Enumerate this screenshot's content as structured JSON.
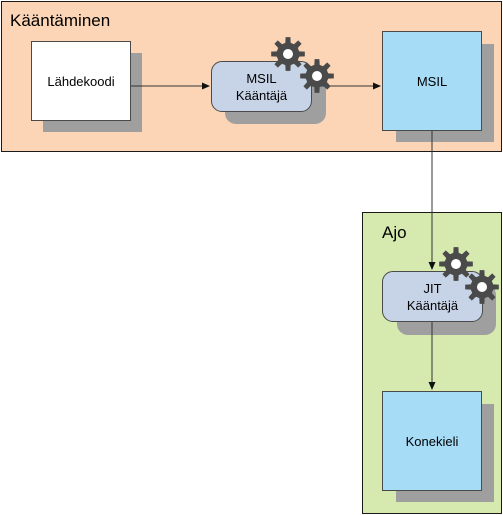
{
  "colors": {
    "compile_group_fill": "#fbd5b5",
    "run_group_fill": "#d6eaaf",
    "white_box": "#ffffff",
    "msil_box": "#a6dcf6",
    "compiler_box": "#c7d3e6",
    "gear": "#4a4a4a",
    "shadow": "#9f9f9f"
  },
  "groups": {
    "compile": {
      "label": "Kääntäminen"
    },
    "run": {
      "label": "Ajo"
    }
  },
  "nodes": {
    "source": {
      "label": "Lähdekoodi"
    },
    "msil_compiler": {
      "line1": "MSIL",
      "line2": "Kääntäjä",
      "icon": "gear-icon"
    },
    "msil": {
      "label": "MSIL"
    },
    "jit_compiler": {
      "line1": "JIT",
      "line2": "Kääntäjä",
      "icon": "gear-icon"
    },
    "machine_code": {
      "label": "Konekieli"
    }
  },
  "edges": [
    {
      "from": "Lähdekoodi",
      "to": "MSIL Kääntäjä"
    },
    {
      "from": "MSIL Kääntäjä",
      "to": "MSIL"
    },
    {
      "from": "MSIL",
      "to": "JIT Kääntäjä"
    },
    {
      "from": "JIT Kääntäjä",
      "to": "Konekieli"
    }
  ]
}
